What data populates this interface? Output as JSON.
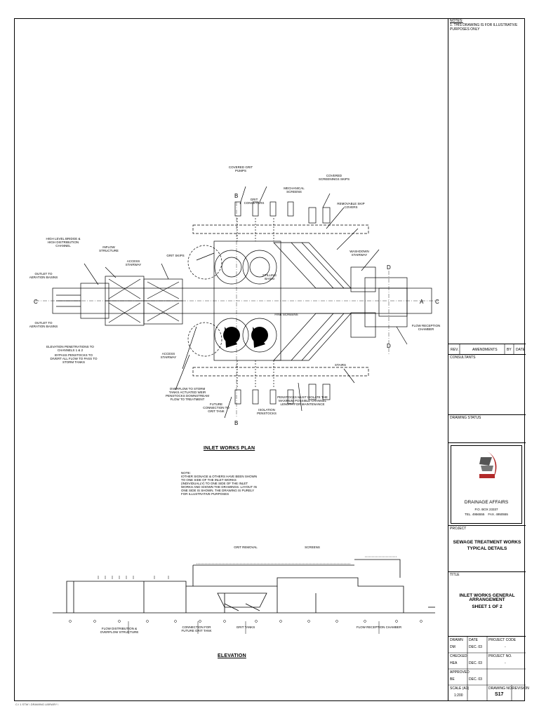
{
  "notes": {
    "header": "NOTES:",
    "text": "1. THIS DRAWING IS FOR ILLUSTRATIVE PURPOSES ONLY"
  },
  "revisions": {
    "rev": "REV.",
    "amendments": "AMENDMENTS",
    "by": "BY",
    "date": "DATE"
  },
  "consultants": "CONSULTANTS",
  "drawing_status": "DRAWING STATUS",
  "authority": {
    "name": "DRAINAGE AFFAIRS",
    "po_box": "P.O. BOX 23337",
    "phone_fax": "TEL. 4956555    FAX. 4950555"
  },
  "project": {
    "label": "PROJECT",
    "line1": "SEWAGE TREATMENT WORKS",
    "line2": "TYPICAL DETAILS"
  },
  "title": {
    "label": "TITLE",
    "line1": "INLET WORKS GENERAL ARRANGEMENT",
    "line2": "SHEET 1 OF 2"
  },
  "info": {
    "drawn": "DRAWN",
    "drawn_val": "DM",
    "date": "DATE",
    "date_val1": "DEC. 03",
    "project_code": "PROJECT CODE",
    "project_code_val": "-",
    "checked": "CHECKED",
    "checked_val": "HEA",
    "date_val2": "DEC. 03",
    "project_no": "PROJECT NO.",
    "project_no_val": "-",
    "approved": "APPROVED",
    "approved_val": "BE",
    "date_val3": "DEC. 03",
    "scale": "SCALE (A1)",
    "scale_val": "1:200",
    "drawing_no": "DRAWING NO.",
    "drawing_no_val": "S17",
    "revision": "REVISION"
  },
  "plan": {
    "title": "INLET WORKS PLAN",
    "note": "NOTE:\nIOTHER SIGNAGE & OTHERS HAVE BEEN SHOWN TO ONE SIDE OF THE INLET WORKS (INDIVIDUALLY) TO ONE SIDE OF THE INLET WORKS AND SHOWN THE DRAWINGS. LAYOUT IN ONE SIDE IS SHOWN. THE DRAWING IS PURELY FOR ILLUSTRATIVE PURPOSES",
    "labels": {
      "outlet1": "OUTLET TO AERATION BASINS",
      "outlet2": "OUTLET TO AERATION BASINS",
      "high_level": "HIGH LEVEL BRIDGE & HIGH DISTRIBUTION CHANNEL",
      "inflow": "INFLOW STRUCTURE",
      "access1": "ACCESS STAIRWAY",
      "access2": "ACCESS STAIRWAY",
      "elev_pen": "ELEVATION PENETRATIONS TO CHANNELS 1 & 2",
      "bypass": "BYPASS PENSTOCKS TO DIVERT ALL FLOW TO PASS TO STORM TANKS",
      "overflow": "OVERFLOW TO STORM TANKS ACTUATED WEIR PENSTOCKS DOWNSTREAM FLOW TO TREATMENT",
      "grit_pumps": "COVERED GRIT PUMPS",
      "grit_conv": "GRIT CONVEYORS",
      "screen_skips": "COVERED SCREENINGS SKIPS",
      "mech_screens": "MECHANICAL SCREENS",
      "fine_screens": "FINE SCREENS",
      "flow_reception": "FLOW RECEPTION CHAMBER",
      "future_grit": "FUTURE CONNECTION TO GRIT TANK",
      "isolation": "ISOLATION PENSTOCKS",
      "penstocks": "PENSTOCKS MUST ISOLATE THE MAXIMUM POSSIBLE CHANNEL LENGTH FOR MAINTENANCE",
      "stairs": "STAIRS",
      "grit_skips": "GRIT SKIPS",
      "skip_covers": "REMOVABLE SKIP COVERS",
      "washdown": "WASHDOWN STAIRWAY",
      "stilling": "STILLING BASIN"
    },
    "markers": {
      "a": "A",
      "b": "B",
      "c": "C",
      "d": "D"
    }
  },
  "elevation": {
    "title": "ELEVATION",
    "grit_removal": "GRIT REMOVAL",
    "screens": "SCREENS",
    "flow_dist": "FLOW DISTRIBUTION &\nOVERFLOW STRUCTURE",
    "connection": "CONNECTION FOR\nFUTURE GRIT TANK",
    "grit_tanks": "GRIT TANKS",
    "flow_reception": "FLOW RECEPTION CHAMBER"
  },
  "footer": "C:\\ 1 STW \\ DRAWING LIBRARY \\"
}
